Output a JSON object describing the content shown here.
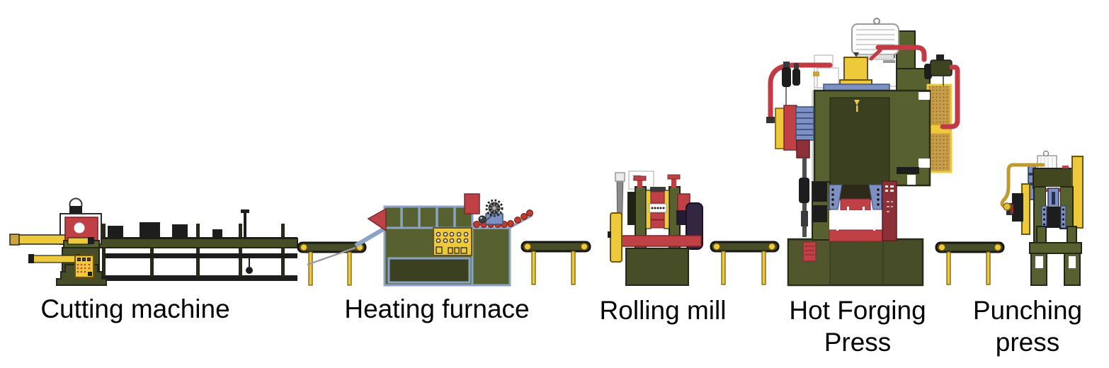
{
  "diagram": {
    "flow_direction": "left-to-right",
    "machines": [
      {
        "id": "cutting-machine",
        "label": "Cutting machine",
        "lines": [
          "Cutting machine"
        ]
      },
      {
        "id": "heating-furnace",
        "label": "Heating furnace",
        "lines": [
          "Heating furnace"
        ]
      },
      {
        "id": "rolling-mill",
        "label": "Rolling mill",
        "lines": [
          "Rolling mill"
        ]
      },
      {
        "id": "hot-forging-press",
        "label": "Hot Forging Press",
        "lines": [
          "Hot Forging",
          "Press"
        ]
      },
      {
        "id": "punching-press",
        "label": "Punching press",
        "lines": [
          "Punching",
          "press"
        ]
      }
    ],
    "connectors": [
      {
        "type": "conveyor",
        "between": [
          "cutting-machine",
          "heating-furnace"
        ]
      },
      {
        "type": "conveyor",
        "between": [
          "heating-furnace",
          "rolling-mill"
        ]
      },
      {
        "type": "conveyor",
        "between": [
          "rolling-mill",
          "hot-forging-press"
        ]
      },
      {
        "type": "conveyor",
        "between": [
          "hot-forging-press",
          "punching-press"
        ]
      }
    ]
  },
  "palette": {
    "background": "#ffffff",
    "olive": "#57602f",
    "olive_dark": "#474d26",
    "olive_deep": "#3b4020",
    "outline": "#23261a",
    "red": "#bf4045",
    "dark_red": "#8e3038",
    "crimson_pipe": "#c23a44",
    "yellow": "#eec93a",
    "gold": "#cda43c",
    "steel_blue": "#7d90c2",
    "blue_gray": "#8ba3c4",
    "mesh_tan": "#c89d4a",
    "purple": "#322641",
    "ink": "#1d1d1d",
    "label_text": "#000000"
  }
}
